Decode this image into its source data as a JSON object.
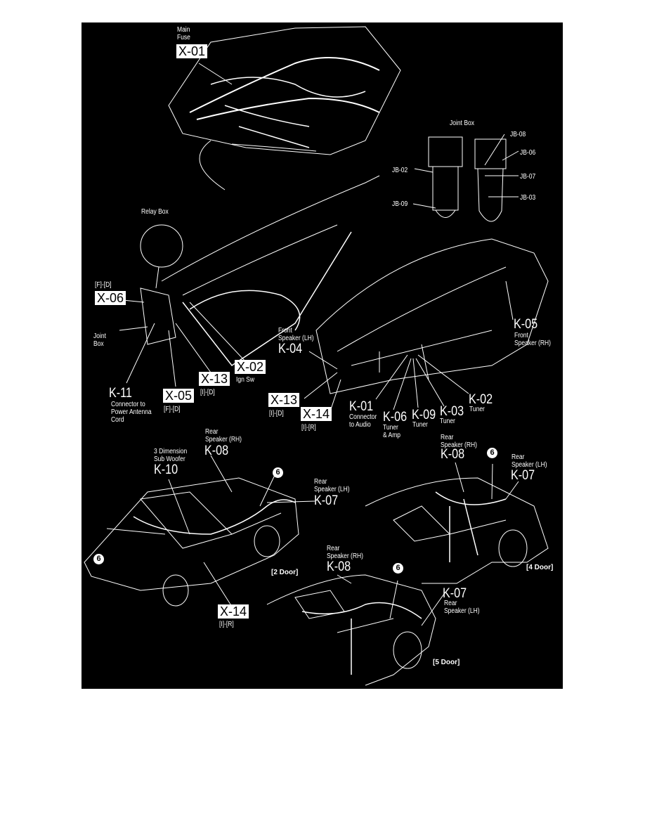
{
  "diagram": {
    "top": {
      "main_fuse": "Main\nFuse",
      "x01": "X-01"
    },
    "joint_box_detail": {
      "title": "Joint Box",
      "jb08": "JB-08",
      "jb06": "JB-06",
      "jb07": "JB-07",
      "jb03": "JB-03",
      "jb02": "JB-02",
      "jb09": "JB-09"
    },
    "dash_left": {
      "relay_box": "Relay Box",
      "x06_loc": "[F]-[D]",
      "x06": "X-06",
      "joint_box": "Joint\nBox",
      "k11": "K-11",
      "k11_desc": "Connector to\nPower Antenna\nCord",
      "x05": "X-05",
      "x05_loc": "[F]-[D]",
      "x13": "X-13",
      "x13_loc": "[I]-[D]",
      "x02": "X-02",
      "x02_desc": "Ign Sw"
    },
    "dash_right": {
      "k04_desc": "Front\nSpeaker (LH)",
      "k04": "K-04",
      "x13": "X-13",
      "x13_loc": "[I]-[D]",
      "x14": "X-14",
      "x14_loc": "[I]-[R]",
      "k01": "K-01",
      "k01_desc": "Connector\nto Audio",
      "k06": "K-06",
      "k06_desc": "Tuner\n& Amp",
      "k09": "K-09",
      "k09_desc": "Tuner",
      "k03": "K-03",
      "k03_desc": "Tuner",
      "k02": "K-02",
      "k02_desc": "Tuner",
      "k05": "K-05",
      "k05_desc": "Front\nSpeaker (RH)"
    },
    "two_door": {
      "k08_desc": "Rear\nSpeaker (RH)",
      "k08": "K-08",
      "k10_desc": "3 Dimension\nSub Woofer",
      "k10": "K-10",
      "ground_a": "6",
      "ground_b": "6",
      "k07_desc": "Rear\nSpeaker (LH)",
      "k07": "K-07",
      "variant": "[2 Door]",
      "x14": "X-14",
      "x14_loc": "[I]-[R]"
    },
    "four_door": {
      "k08_desc": "Rear\nSpeaker (RH)",
      "k08": "K-08",
      "ground": "6",
      "k07_desc": "Rear\nSpeaker (LH)",
      "k07": "K-07",
      "variant": "[4 Door]"
    },
    "five_door": {
      "k08_desc": "Rear\nSpeaker (RH)",
      "k08": "K-08",
      "ground": "6",
      "k07": "K-07",
      "k07_desc": "Rear\nSpeaker (LH)",
      "variant": "[5 Door]"
    }
  }
}
